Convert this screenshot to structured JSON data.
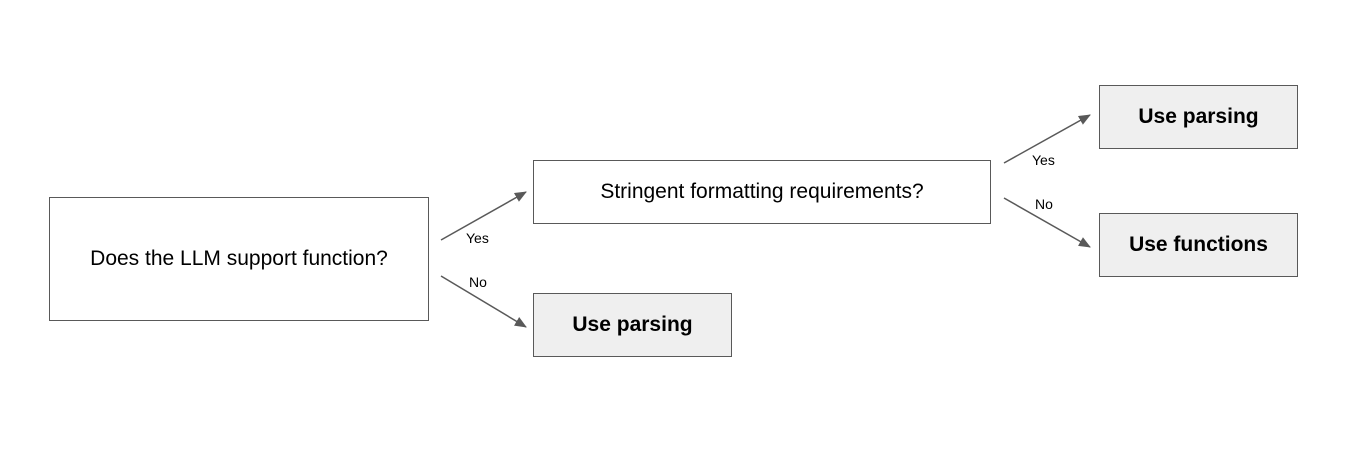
{
  "nodes": {
    "q1": {
      "text": "Does the LLM support function?"
    },
    "q2": {
      "text": "Stringent formatting requirements?"
    },
    "o1": {
      "text": "Use parsing"
    },
    "o2": {
      "text": "Use parsing"
    },
    "o3": {
      "text": "Use functions"
    }
  },
  "edges": {
    "q1_yes": {
      "label": "Yes",
      "from": "q1",
      "to": "q2"
    },
    "q1_no": {
      "label": "No",
      "from": "q1",
      "to": "o1"
    },
    "q2_yes": {
      "label": "Yes",
      "from": "q2",
      "to": "o2"
    },
    "q2_no": {
      "label": "No",
      "from": "q2",
      "to": "o3"
    }
  },
  "colors": {
    "line": "#595959",
    "outcome_fill": "#efefef",
    "question_fill": "#ffffff"
  }
}
